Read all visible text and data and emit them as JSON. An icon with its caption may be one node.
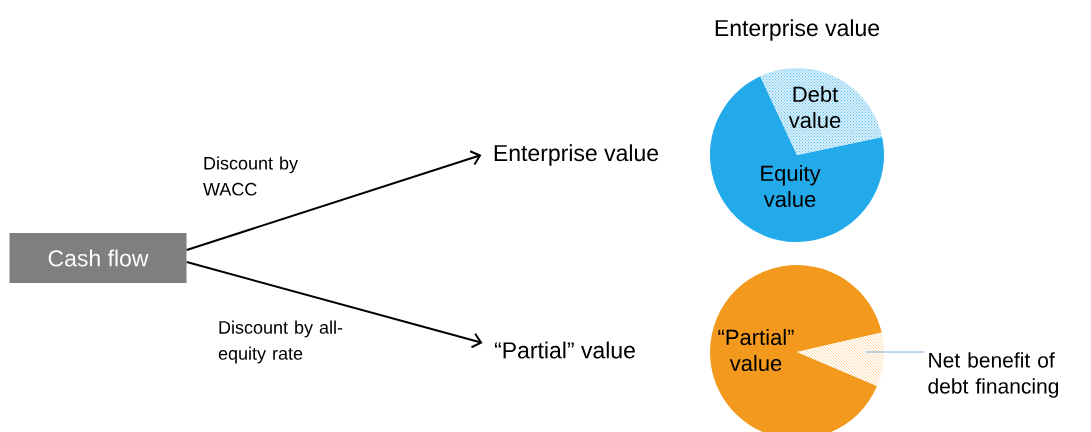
{
  "diagram": {
    "nodes": [
      {
        "text": [
          "Cash flow"
        ]
      },
      {
        "text": [
          "Enterprise value"
        ]
      },
      {
        "text": [
          "“Partial” value"
        ]
      },
      {
        "text": [
          "Debt value"
        ]
      },
      {
        "text": [
          "Equity value"
        ]
      },
      {
        "text": [
          "“Partial” value"
        ]
      },
      {
        "text": [],
        "shape": "wedge"
      },
      {
        "text": [
          "Net benefit of debt financing"
        ]
      }
    ],
    "edges": [
      {
        "from": 0,
        "to": 1,
        "arrow": "to",
        "label": "Discount by WACC"
      },
      {
        "from": 0,
        "to": 2,
        "arrow": "to",
        "label": "Discount by all-equity rate"
      },
      {
        "from": 7,
        "to": 6,
        "arrow": "none",
        "color": "#5b9bd5"
      }
    ],
    "labels": [
      "Enterprise value"
    ]
  }
}
